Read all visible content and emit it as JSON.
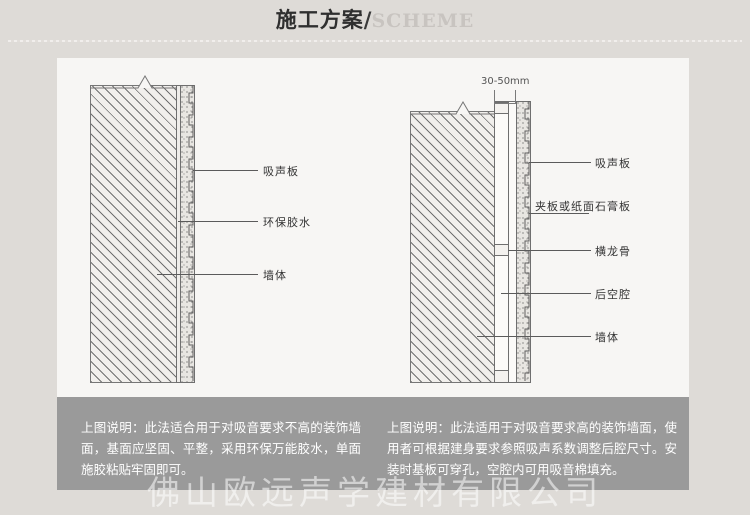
{
  "header": {
    "title_cn": "施工方案",
    "title_sep": "/",
    "title_en": "SCHEME"
  },
  "diagram_left": {
    "dimension_label": "",
    "labels": [
      {
        "text": "吸声板"
      },
      {
        "text": "环保胶水"
      },
      {
        "text": "墙体"
      }
    ]
  },
  "diagram_right": {
    "dimension_label": "30-50mm",
    "labels": [
      {
        "text": "吸声板"
      },
      {
        "text": "夹板或纸面石膏板"
      },
      {
        "text": "横龙骨"
      },
      {
        "text": "后空腔"
      },
      {
        "text": "墙体"
      }
    ]
  },
  "captions": {
    "left": "上图说明：此法适合用于对吸音要求不高的装饰墙面，基面应坚固、平整，采用环保万能胶水，单面施胶粘贴牢固即可。",
    "right": "上图说明：此法适用于对吸音要求高的装饰墙面，使用者可根据建身要求参照吸声系数调整后腔尺寸。安装时基板可穿孔，空腔内可用吸音棉填充。"
  },
  "watermark": {
    "text": "佛山欧远声学建材有限公司"
  },
  "colors": {
    "background": "#dedbd7",
    "panel": "#f7f6f4",
    "caption_band": "#9a9a9a",
    "title_cn": "#2f2f2f",
    "title_en": "#c8c4c0",
    "line": "#5b5b5b"
  }
}
